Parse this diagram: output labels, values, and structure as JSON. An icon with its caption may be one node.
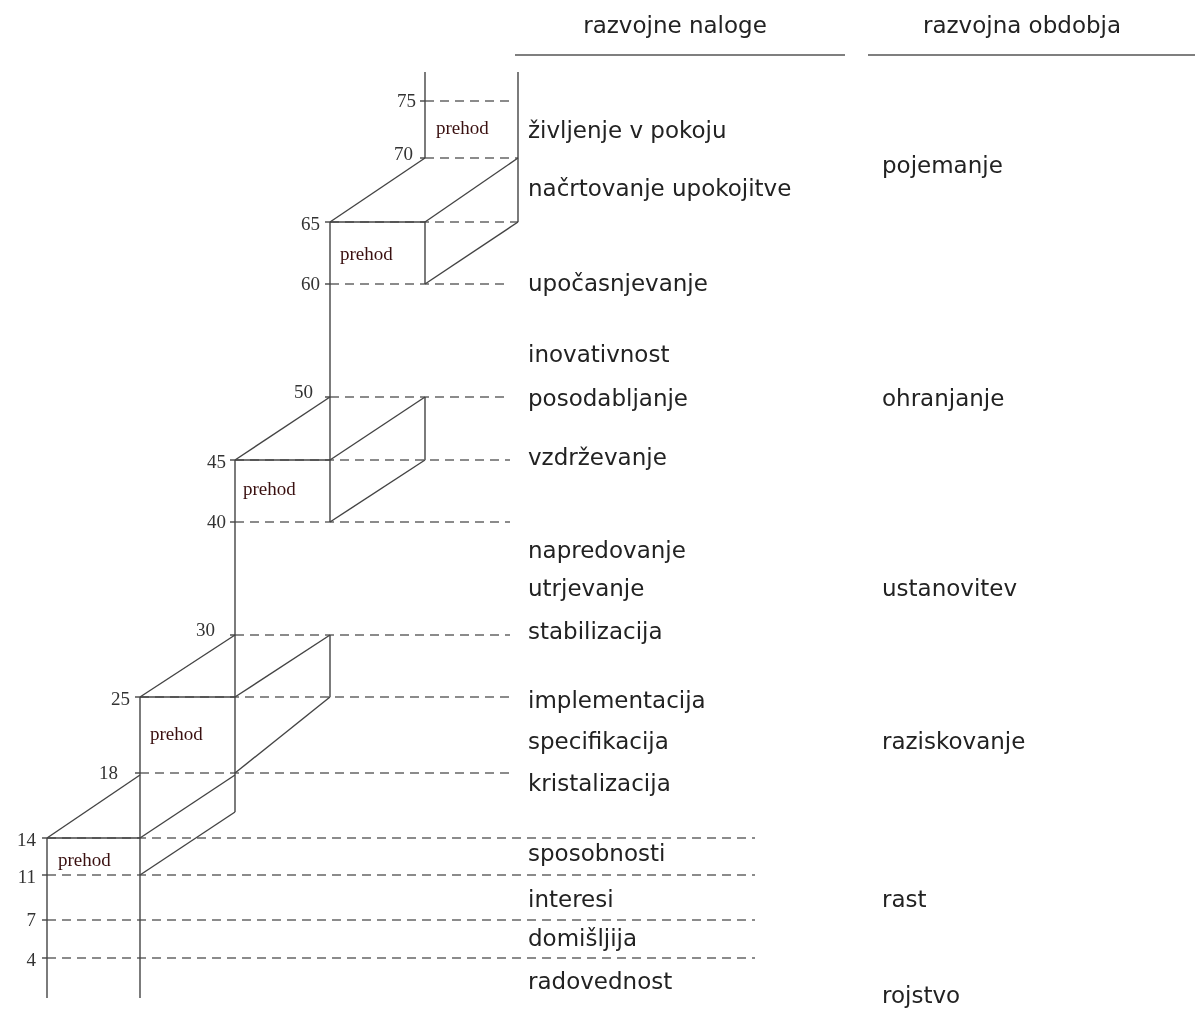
{
  "diagram": {
    "labels": [
      "razvojne naloge",
      "razvojna obdobja",
      "75",
      "prehod",
      "življenje v pokoju",
      "70",
      "pojemanje",
      "načrtovanje upokojitve",
      "65",
      "prehod",
      "60",
      "upočasnjevanje",
      "inovativnost",
      "50",
      "posodabljanje",
      "ohranjanje",
      "45",
      "vzdrževanje",
      "prehod",
      "40",
      "napredovanje",
      "utrjevanje",
      "ustanovitev",
      "30",
      "stabilizacija",
      "25",
      "implementacija",
      "prehod",
      "specifikacija",
      "raziskovanje",
      "18",
      "kristalizacija",
      "14",
      "prehod",
      "sposobnosti",
      "11",
      "interesi",
      "rast",
      "7",
      "domišljija",
      "4",
      "radovednost",
      "rojstvo"
    ]
  }
}
